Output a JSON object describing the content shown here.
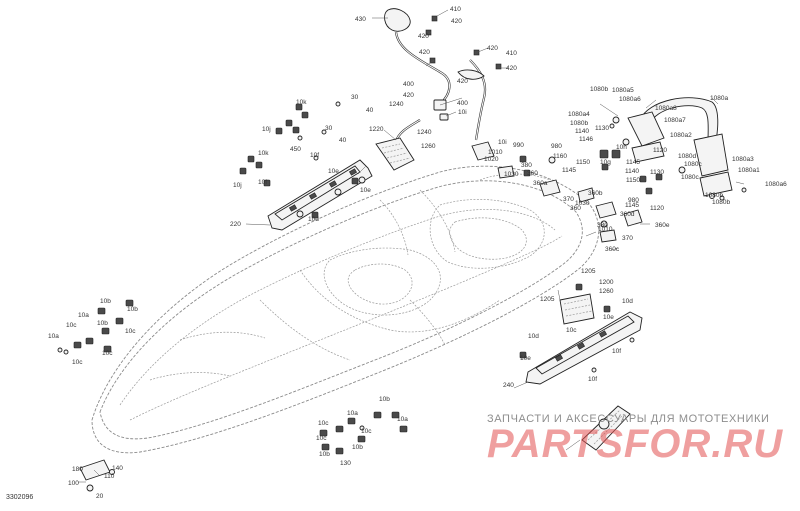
{
  "watermark": {
    "caption": "ЗАПЧАСТИ И АКСЕССУАРЫ ДЛЯ МОТОТЕХНИКИ",
    "brand": "PARTSFOR.RU"
  },
  "diagram": {
    "ref_code": "3302096",
    "callouts": [
      {
        "id": "c1",
        "text": "430"
      },
      {
        "id": "c2",
        "text": "410"
      },
      {
        "id": "c3",
        "text": "420"
      },
      {
        "id": "c4",
        "text": "420"
      },
      {
        "id": "c5",
        "text": "420"
      },
      {
        "id": "c6",
        "text": "410"
      },
      {
        "id": "c7",
        "text": "420"
      },
      {
        "id": "c8",
        "text": "420"
      },
      {
        "id": "c9",
        "text": "400"
      },
      {
        "id": "c10",
        "text": "420"
      },
      {
        "id": "c11",
        "text": "400"
      },
      {
        "id": "c12",
        "text": "10i"
      },
      {
        "id": "c13",
        "text": "420"
      },
      {
        "id": "c14",
        "text": "1240"
      },
      {
        "id": "c15",
        "text": "1240"
      },
      {
        "id": "c16",
        "text": "1220"
      },
      {
        "id": "c17",
        "text": "1260"
      },
      {
        "id": "c18",
        "text": "10k"
      },
      {
        "id": "c19",
        "text": "30"
      },
      {
        "id": "c20",
        "text": "40"
      },
      {
        "id": "c21",
        "text": "10j"
      },
      {
        "id": "c22",
        "text": "30"
      },
      {
        "id": "c23",
        "text": "40"
      },
      {
        "id": "c24",
        "text": "450"
      },
      {
        "id": "c25",
        "text": "10k"
      },
      {
        "id": "c26",
        "text": "10f"
      },
      {
        "id": "c27",
        "text": "10e"
      },
      {
        "id": "c28",
        "text": "10j"
      },
      {
        "id": "c29",
        "text": "10f"
      },
      {
        "id": "c30",
        "text": "10e"
      },
      {
        "id": "c31",
        "text": "10d"
      },
      {
        "id": "c32",
        "text": "220"
      },
      {
        "id": "c33",
        "text": "10i"
      },
      {
        "id": "c34",
        "text": "990"
      },
      {
        "id": "c35",
        "text": "1010"
      },
      {
        "id": "c36",
        "text": "1020"
      },
      {
        "id": "c37",
        "text": "380"
      },
      {
        "id": "c38",
        "text": "1030"
      },
      {
        "id": "c39",
        "text": "360"
      },
      {
        "id": "c40",
        "text": "360a"
      },
      {
        "id": "c41",
        "text": "980"
      },
      {
        "id": "c42",
        "text": "1160"
      },
      {
        "id": "c43",
        "text": "1145"
      },
      {
        "id": "c44",
        "text": "1150"
      },
      {
        "id": "c45",
        "text": "10g"
      },
      {
        "id": "c46",
        "text": "1080b"
      },
      {
        "id": "c47",
        "text": "1080a5"
      },
      {
        "id": "c48",
        "text": "1080a6"
      },
      {
        "id": "c49",
        "text": "1080a"
      },
      {
        "id": "c50",
        "text": "1080a4"
      },
      {
        "id": "c51",
        "text": "1080b"
      },
      {
        "id": "c52",
        "text": "1140"
      },
      {
        "id": "c53",
        "text": "1146"
      },
      {
        "id": "c54",
        "text": "1080a8"
      },
      {
        "id": "c55",
        "text": "1080a7"
      },
      {
        "id": "c56",
        "text": "1130"
      },
      {
        "id": "c57",
        "text": "1080a2"
      },
      {
        "id": "c58",
        "text": "10h"
      },
      {
        "id": "c59",
        "text": "1145"
      },
      {
        "id": "c60",
        "text": "1140"
      },
      {
        "id": "c61",
        "text": "1150"
      },
      {
        "id": "c62",
        "text": "1120"
      },
      {
        "id": "c63",
        "text": "1080d"
      },
      {
        "id": "c64",
        "text": "1130"
      },
      {
        "id": "c65",
        "text": "1080c"
      },
      {
        "id": "c66",
        "text": "1080a3"
      },
      {
        "id": "c67",
        "text": "1080a1"
      },
      {
        "id": "c68",
        "text": "1080a6"
      },
      {
        "id": "c69",
        "text": "1080c"
      },
      {
        "id": "c70",
        "text": "1080b"
      },
      {
        "id": "c71",
        "text": "1080b"
      },
      {
        "id": "c72",
        "text": "360b"
      },
      {
        "id": "c73",
        "text": "370"
      },
      {
        "id": "c74",
        "text": "360"
      },
      {
        "id": "c75",
        "text": "1030"
      },
      {
        "id": "c76",
        "text": "1010"
      },
      {
        "id": "c77",
        "text": "1145"
      },
      {
        "id": "c78",
        "text": "1120"
      },
      {
        "id": "c79",
        "text": "360e"
      },
      {
        "id": "c80",
        "text": "360d"
      },
      {
        "id": "c81",
        "text": "380"
      },
      {
        "id": "c82",
        "text": "370"
      },
      {
        "id": "c83",
        "text": "360c"
      },
      {
        "id": "c84",
        "text": "980"
      },
      {
        "id": "c85",
        "text": "1205"
      },
      {
        "id": "c86",
        "text": "1200"
      },
      {
        "id": "c87",
        "text": "1205"
      },
      {
        "id": "c88",
        "text": "1260"
      },
      {
        "id": "c89",
        "text": "10d"
      },
      {
        "id": "c90",
        "text": "10d"
      },
      {
        "id": "c91",
        "text": "10c"
      },
      {
        "id": "c92",
        "text": "10e"
      },
      {
        "id": "c93",
        "text": "10e"
      },
      {
        "id": "c94",
        "text": "10f"
      },
      {
        "id": "c95",
        "text": "240"
      },
      {
        "id": "c96",
        "text": "10f"
      },
      {
        "id": "c97",
        "text": "10b"
      },
      {
        "id": "c98",
        "text": "10b"
      },
      {
        "id": "c99",
        "text": "10a"
      },
      {
        "id": "c100",
        "text": "10c"
      },
      {
        "id": "c101",
        "text": "10b"
      },
      {
        "id": "c102",
        "text": "10a"
      },
      {
        "id": "c103",
        "text": "10c"
      },
      {
        "id": "c104",
        "text": "10c"
      },
      {
        "id": "c105",
        "text": "10c"
      },
      {
        "id": "c106",
        "text": "10b"
      },
      {
        "id": "c107",
        "text": "10a"
      },
      {
        "id": "c108",
        "text": "10c"
      },
      {
        "id": "c109",
        "text": "10a"
      },
      {
        "id": "c110",
        "text": "10c"
      },
      {
        "id": "c111",
        "text": "10c"
      },
      {
        "id": "c112",
        "text": "10b"
      },
      {
        "id": "c113",
        "text": "10b"
      },
      {
        "id": "c114",
        "text": "130"
      },
      {
        "id": "c115",
        "text": "180"
      },
      {
        "id": "c116",
        "text": "140"
      },
      {
        "id": "c117",
        "text": "110"
      },
      {
        "id": "c118",
        "text": "100"
      },
      {
        "id": "c119",
        "text": "20"
      }
    ]
  }
}
